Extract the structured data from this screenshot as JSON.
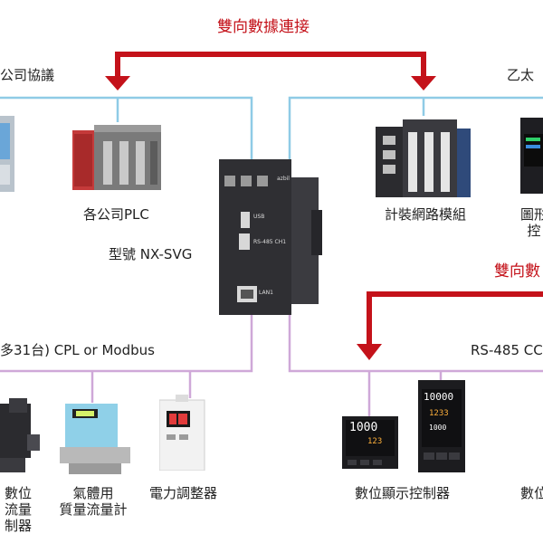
{
  "top_arrow_label": "雙向數據連接",
  "right_arrow_label": "雙向數",
  "left_top_label": "公司協議",
  "right_top_label": "乙太",
  "left_bus_label": "多31台) CPL or Modbus",
  "right_bus_label": "RS-485 CC",
  "main_device": {
    "model_label": "型號 NX-SVG",
    "port_usb": "USB",
    "port_rs485": "RS-485 CH1",
    "port_lan": "LAN1",
    "logo": "azbil"
  },
  "devices": [
    {
      "id": "plc",
      "label": "各公司PLC"
    },
    {
      "id": "module",
      "label": "計裝網路模組"
    },
    {
      "id": "display_right",
      "label_lines": [
        "圖形",
        "控"
      ]
    },
    {
      "id": "flow_left",
      "label_lines": [
        "數位",
        "流量",
        "制器"
      ]
    },
    {
      "id": "mass_flow",
      "label_lines": [
        "氣體用",
        "質量流量計"
      ]
    },
    {
      "id": "power",
      "label": "電力調整器"
    },
    {
      "id": "controller",
      "label": "數位顯示控制器"
    },
    {
      "id": "controller_right",
      "label": "數位"
    }
  ],
  "controller_readout": {
    "pv": "1000",
    "sv": "123"
  },
  "controller2_readout": {
    "pv": "10000",
    "sv": "1233",
    "third": "1000"
  },
  "colors": {
    "red": "#c4121a",
    "blue_line": "#8fcbe6",
    "purple_line": "#cfa8d8"
  }
}
